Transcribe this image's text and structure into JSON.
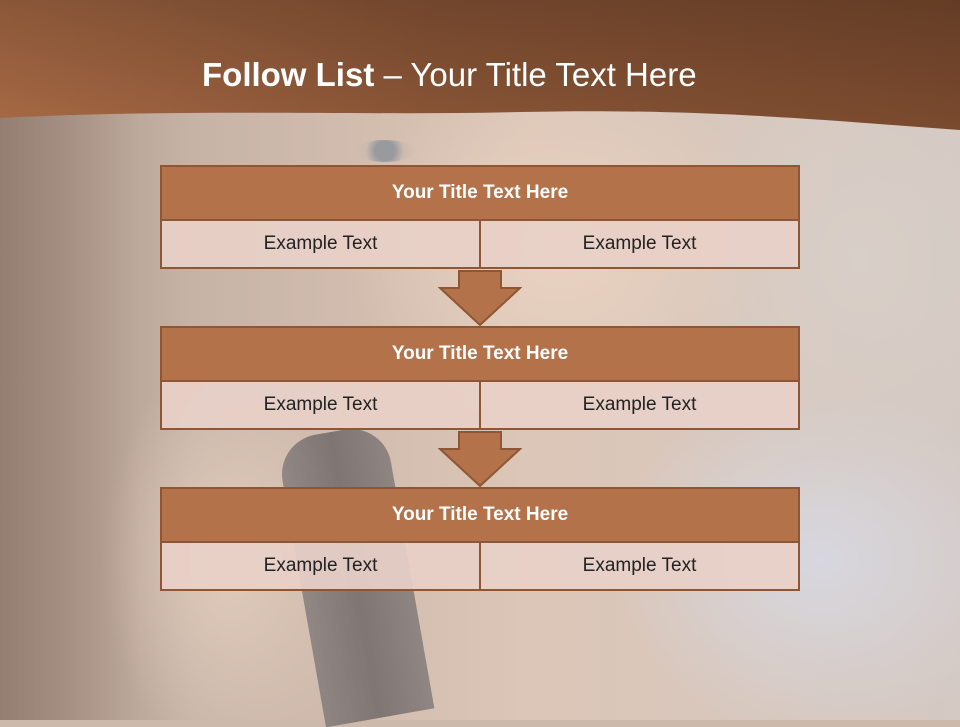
{
  "slide": {
    "title_bold": "Follow List",
    "title_rest": " – Your Title Text Here"
  },
  "colors": {
    "header_band": "#8f5a3a",
    "block_title_fill": "#b4724a",
    "block_border": "#8e5634",
    "cell_fill": "#e8d0c8",
    "arrow_fill": "#b4724a"
  },
  "blocks": [
    {
      "title": "Your Title Text Here",
      "cells": [
        "Example Text",
        "Example Text"
      ]
    },
    {
      "title": "Your Title Text Here",
      "cells": [
        "Example Text",
        "Example Text"
      ]
    },
    {
      "title": "Your Title Text Here",
      "cells": [
        "Example Text",
        "Example Text"
      ]
    }
  ],
  "arrows": [
    {
      "icon": "down-arrow-icon"
    },
    {
      "icon": "down-arrow-icon"
    }
  ]
}
